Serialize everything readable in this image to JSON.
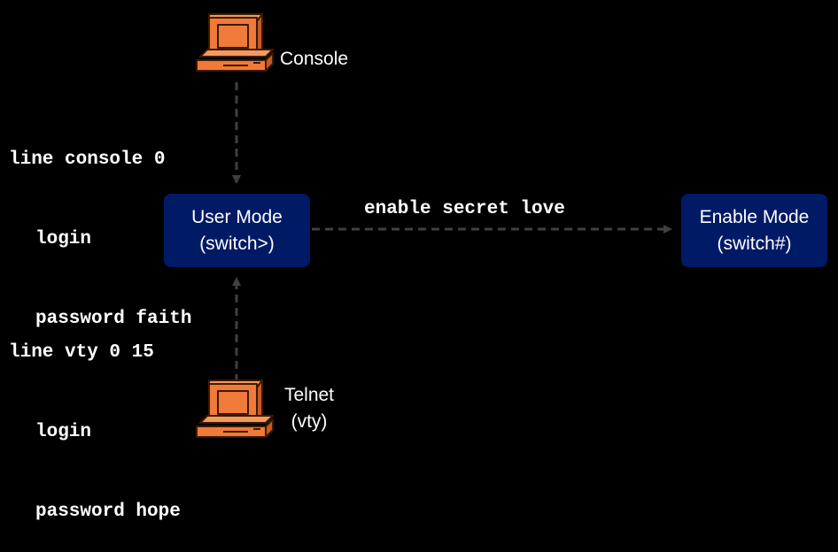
{
  "colors": {
    "background": "#000000",
    "node_fill": "#001a66",
    "node_text": "#ffffff",
    "arrow": "#404040",
    "computer_fill": "#f07a3a",
    "computer_outline": "#3a1a00"
  },
  "nodes": {
    "user_mode": {
      "line1": "User Mode",
      "line2": "(switch>)"
    },
    "enable_mode": {
      "line1": "Enable Mode",
      "line2": "(switch#)"
    }
  },
  "devices": {
    "console": {
      "icon": "computer-icon",
      "label": "Console"
    },
    "telnet": {
      "icon": "computer-icon",
      "label_line1": "Telnet",
      "label_line2": "(vty)"
    }
  },
  "config": {
    "console_block": [
      "line console 0",
      "login",
      "password faith"
    ],
    "vty_block": [
      "line vty 0 15",
      "login",
      "password hope"
    ],
    "enable_command": "enable secret love"
  }
}
